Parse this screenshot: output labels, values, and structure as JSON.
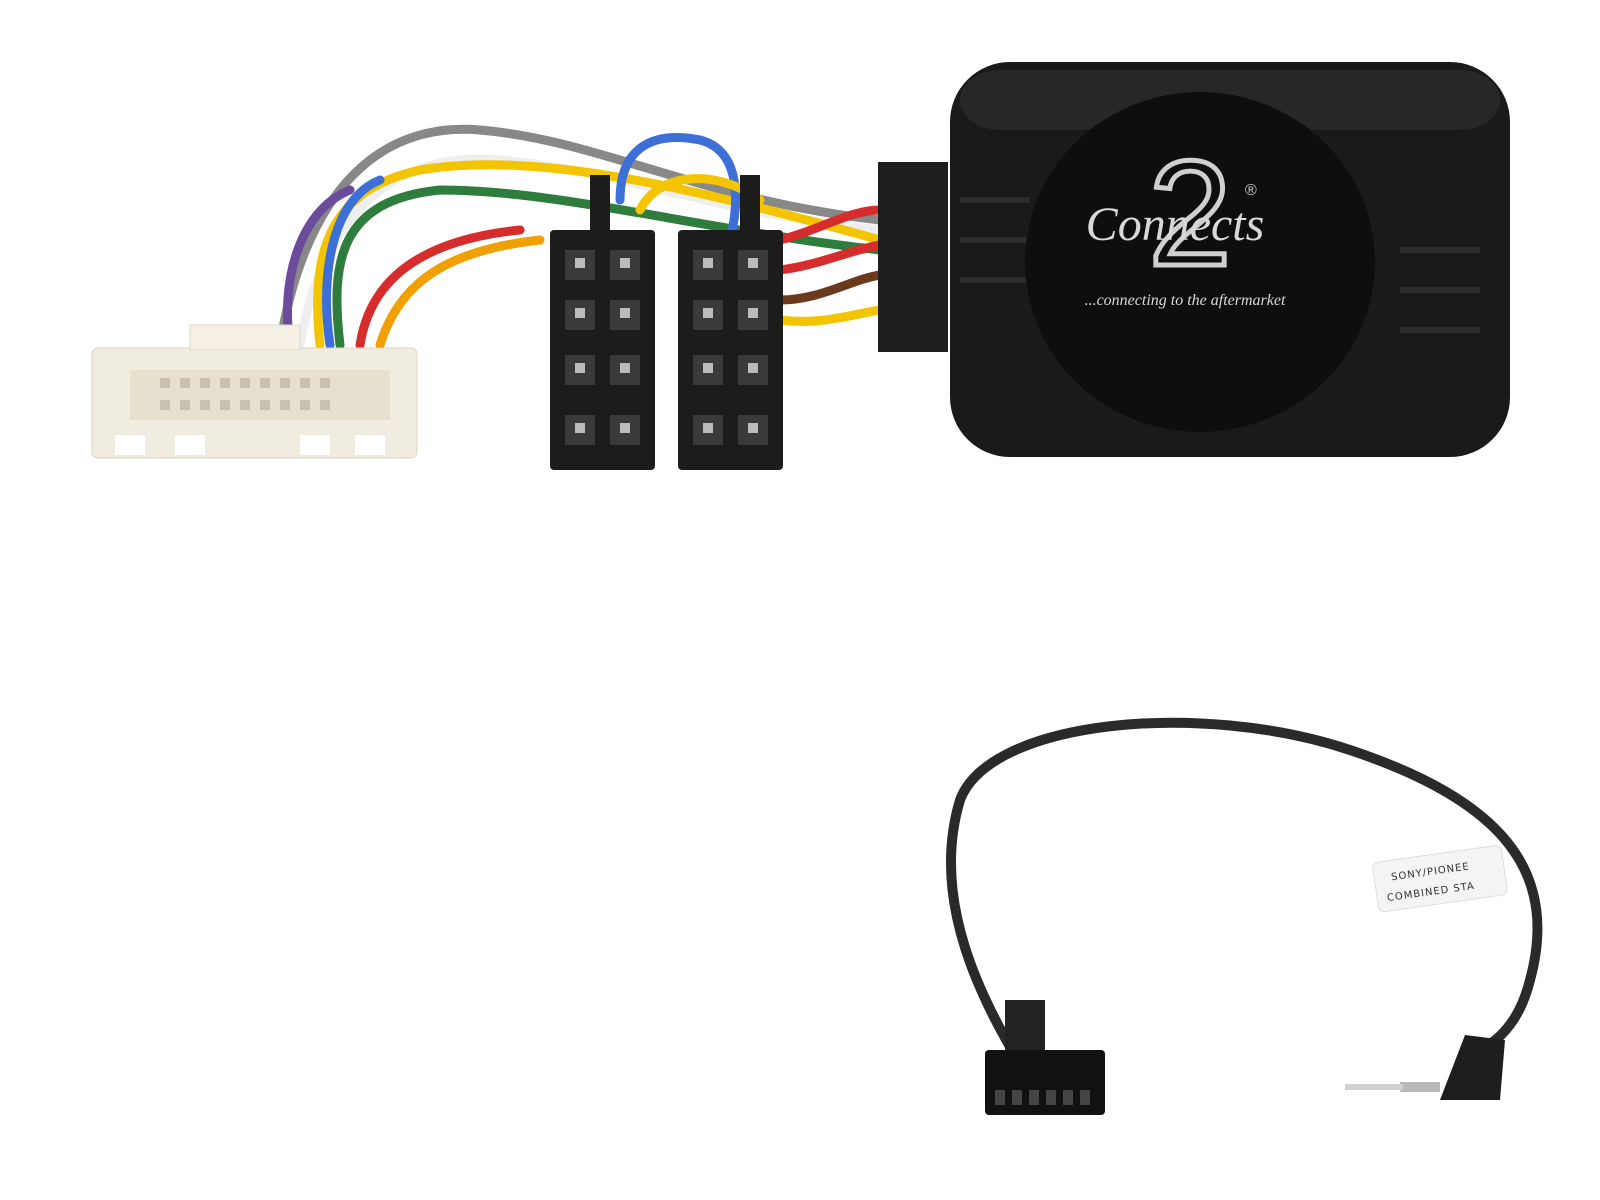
{
  "product": {
    "brand_logo": {
      "name": "Connects",
      "numeral": "2",
      "registered_mark": "®",
      "tagline": "...connecting to the aftermarket"
    },
    "cable_label": {
      "line1": "SONY/PIONEE",
      "line2": "COMBINED STA"
    },
    "colors": {
      "module_body": "#1a1a1a",
      "white_connector": "#f1ece0",
      "iso_connector": "#1c1c1c",
      "cable": "#2a2a2a"
    }
  }
}
